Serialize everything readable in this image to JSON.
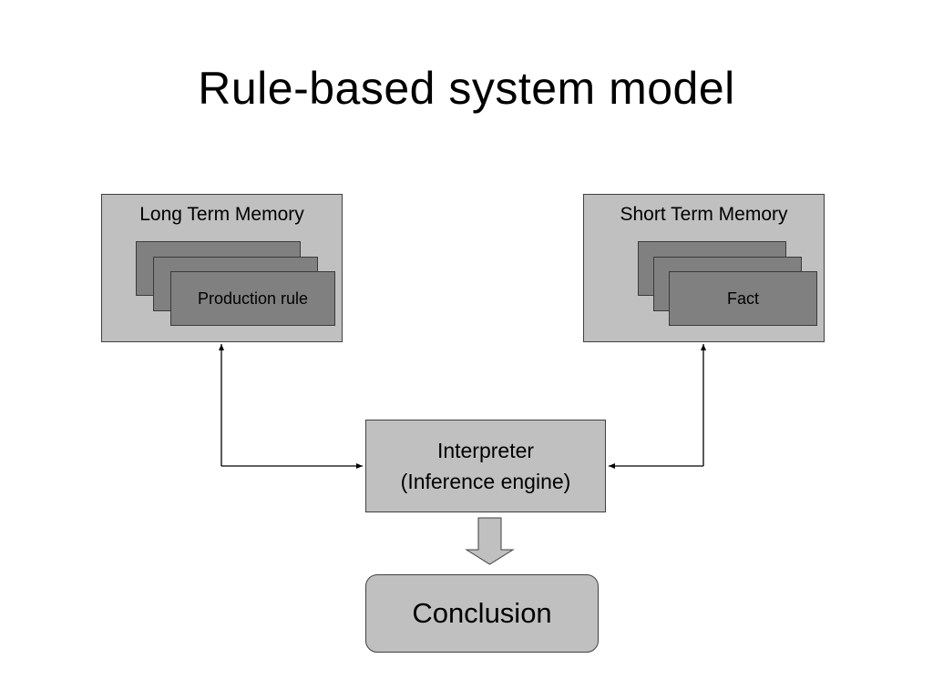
{
  "title": "Rule-based system model",
  "long_term_memory": {
    "label": "Long Term Memory",
    "item_label": "Production rule"
  },
  "short_term_memory": {
    "label": "Short Term Memory",
    "item_label": "Fact"
  },
  "interpreter": {
    "line1": "Interpreter",
    "line2": "(Inference engine)"
  },
  "conclusion": {
    "label": "Conclusion"
  },
  "colors": {
    "box_fill": "#c0c0c0",
    "card_fill": "#808080",
    "border": "#404040",
    "arrow": "#000000"
  }
}
